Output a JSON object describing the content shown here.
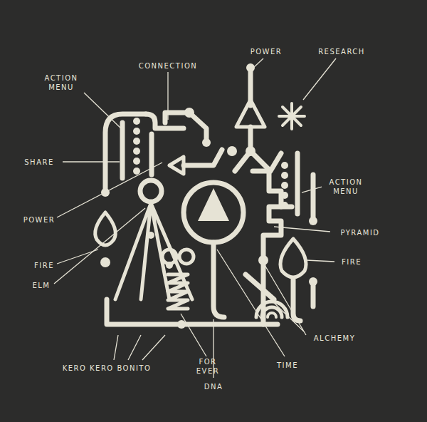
{
  "diagram": {
    "labels": [
      "CONNECTION",
      "POWER",
      "RESEARCH",
      "ACTION MENU",
      "SHARE",
      "ACTION MENU",
      "POWER",
      "PYRAMID",
      "FIRE",
      "FIRE",
      "ELM",
      "ALCHEMY",
      "KERO KERO BONITO",
      "FOR EVER",
      "TIME",
      "DNA"
    ]
  }
}
